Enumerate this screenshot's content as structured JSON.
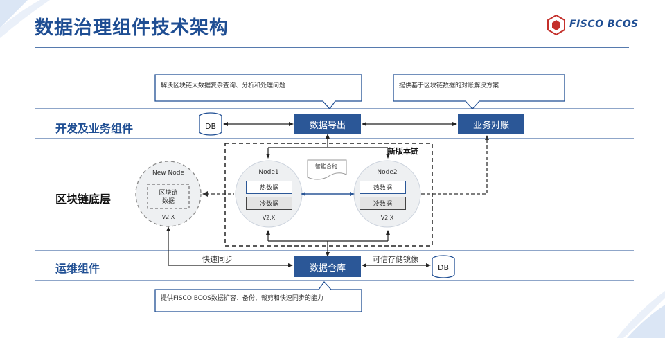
{
  "page": {
    "title": "数据治理组件技术架构"
  },
  "logo": {
    "text": "FISCO BCOS"
  },
  "rows": {
    "top": "开发及业务组件",
    "middle": "区块链底层",
    "bottom": "运维组件"
  },
  "callouts": {
    "export": "解决区块链大数据复杂查询、分析和处理问题",
    "reconcile": "提供基于区块链数据的对账解决方案",
    "warehouse": "提供FISCO BCOS数据扩容、备份、裁剪和快速同步的能力"
  },
  "boxes": {
    "export": "数据导出",
    "reconcile": "业务对账",
    "warehouse": "数据仓库"
  },
  "db": {
    "top": "DB",
    "bottom": "DB"
  },
  "new_chain": {
    "label": "新版本链",
    "contract": "智能合约"
  },
  "node1": {
    "title": "Node1",
    "hot": "热数据",
    "cold": "冷数据",
    "version": "V2.X"
  },
  "node2": {
    "title": "Node2",
    "hot": "热数据",
    "cold": "冷数据",
    "version": "V2.X"
  },
  "new_node": {
    "title": "New Node",
    "inner": "区块链\n数据",
    "version": "V2.X"
  },
  "edges": {
    "fast_sync": "快速同步",
    "trusted_mirror": "可信存储镜像"
  },
  "colors": {
    "brand": "#1f4e93",
    "box": "#2b5797",
    "line": "#1f4e93"
  }
}
